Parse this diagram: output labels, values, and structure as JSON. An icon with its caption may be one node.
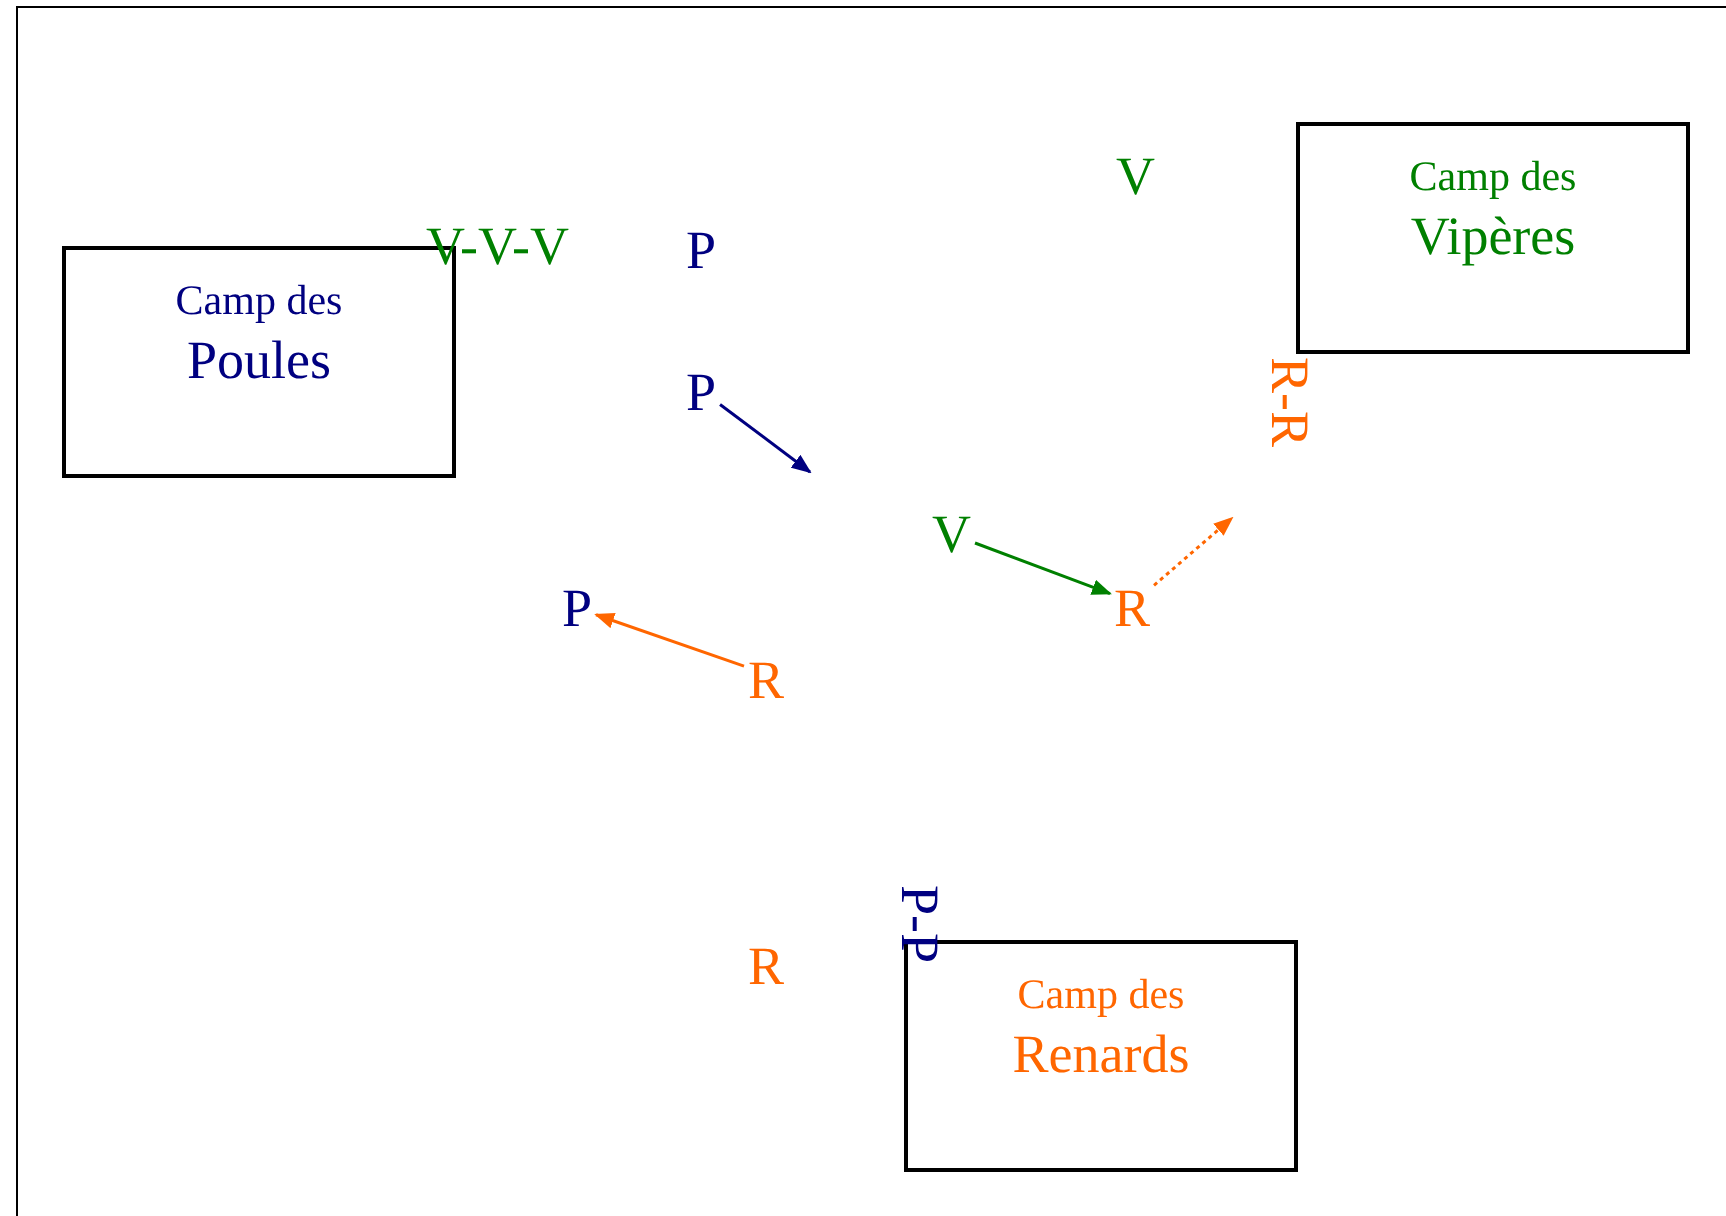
{
  "diagram": {
    "nodes": [
      {
        "text": [
          "Camp des",
          "Poules"
        ]
      },
      {
        "text": [
          "Camp des",
          "Vipères"
        ]
      },
      {
        "text": [
          "Camp des",
          "Renards"
        ]
      },
      {
        "text": [
          "P"
        ]
      },
      {
        "text": [
          "V"
        ]
      },
      {
        "text": [
          "R"
        ]
      },
      {
        "text": [
          "P"
        ]
      },
      {
        "text": [
          "R"
        ]
      }
    ],
    "edges": [
      {
        "from": 3,
        "to": null,
        "arrow": "to",
        "color": "#000080"
      },
      {
        "from": 4,
        "to": 5,
        "arrow": "to",
        "color": "#008000"
      },
      {
        "from": 5,
        "to": null,
        "arrow": "to",
        "style": "dashed",
        "color": "#ff6600"
      },
      {
        "from": 7,
        "to": 6,
        "arrow": "to",
        "color": "#ff6600"
      }
    ],
    "labels": [
      "V-V-V",
      "P",
      "V",
      "R-R",
      "R",
      "P-P"
    ]
  }
}
